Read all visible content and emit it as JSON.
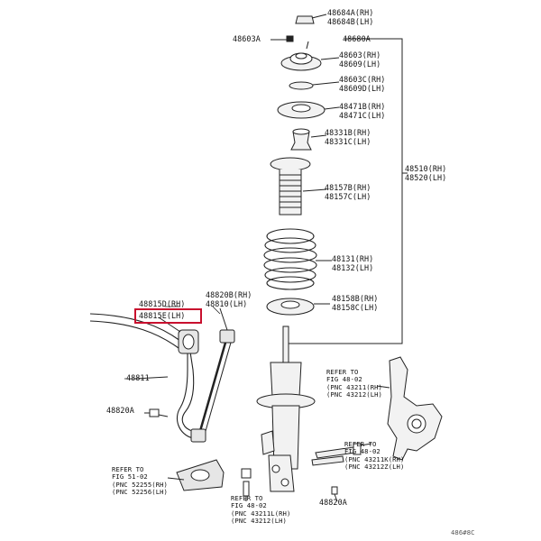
{
  "parts": {
    "p48684": [
      "48684A(RH)",
      "48684B(LH)"
    ],
    "p48603a": "48603A",
    "p48680a": "48680A",
    "p48603": [
      "48603(RH)",
      "48609(LH)"
    ],
    "p48603c": [
      "48603C(RH)",
      "48609D(LH)"
    ],
    "p48471": [
      "48471B(RH)",
      "48471C(LH)"
    ],
    "p48331": [
      "48331B(RH)",
      "48331C(LH)"
    ],
    "p48157": [
      "48157B(RH)",
      "48157C(LH)"
    ],
    "p48510": [
      "48510(RH)",
      "48520(LH)"
    ],
    "p48131": [
      "48131(RH)",
      "48132(LH)"
    ],
    "p48158": [
      "48158B(RH)",
      "48158C(LH)"
    ],
    "p48820b": [
      "48820B(RH)",
      "48810(LH)"
    ],
    "p48815d": "48815D(RH)",
    "p48815e": "48815E(LH)",
    "p48811": "48811",
    "p48820a_left": "48820A",
    "p48820a_bottom": "48820A"
  },
  "refs": {
    "fig48_02_upper": [
      "REFER TO",
      "FIG 48-02",
      "(PNC 43211(RH)",
      "(PNC 43212(LH)"
    ],
    "fig48_02_mid": [
      "REFER TO",
      "FIG 48-02",
      "(PNC 43211K(RH)",
      "(PNC 43212Z(LH)"
    ],
    "fig51_02": [
      "REFER TO",
      "FIG 51-02",
      "(PNC 52255(RH)",
      "(PNC 52256(LH)"
    ],
    "fig48_02_lower": [
      "REFER TO",
      "FIG 48-02",
      "(PNC 43211L(RH)",
      "(PNC 43212(LH)"
    ]
  },
  "diagram_code": "486#8C",
  "colors": {
    "highlight": "#c8102e",
    "line": "#222222"
  }
}
